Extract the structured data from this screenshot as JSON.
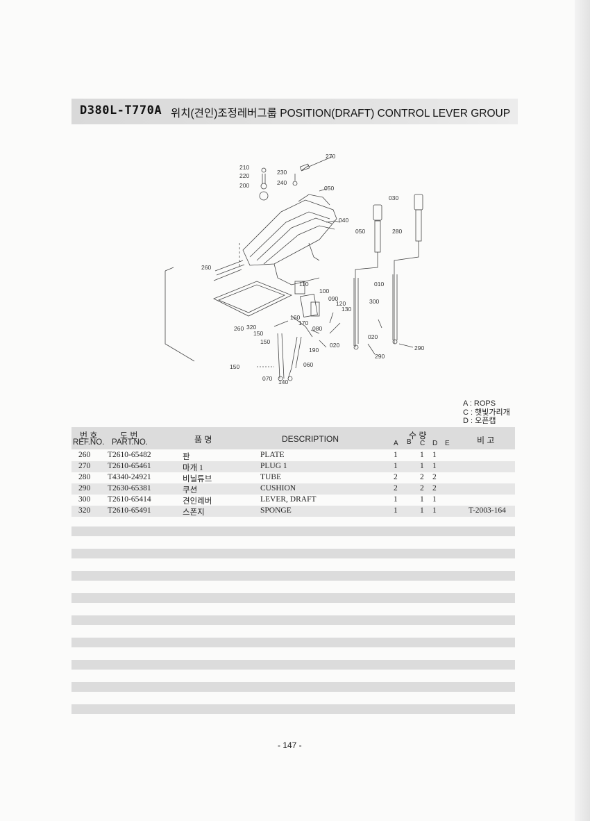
{
  "header": {
    "model": "D380L-T770A",
    "title": "위치(견인)조정레버그룹 POSITION(DRAFT) CONTROL LEVER GROUP"
  },
  "diagram": {
    "callouts": [
      "270",
      "210",
      "230",
      "220",
      "240",
      "200",
      "050",
      "030",
      "040",
      "050",
      "280",
      "260",
      "010",
      "110",
      "100",
      "090",
      "120",
      "130",
      "300",
      "160",
      "170",
      "260",
      "320",
      "080",
      "150",
      "020",
      "020",
      "290",
      "190",
      "150",
      "060",
      "150",
      "070",
      "140",
      "290"
    ]
  },
  "legend": {
    "items": [
      "A : ROPS",
      "C : 햇빛가리개",
      "D : 오픈캡"
    ]
  },
  "table": {
    "headers": {
      "ref_ko": "번 호",
      "ref_en": "REF.NO.",
      "part_ko": "도   번",
      "part_en": "PART.NO.",
      "name_ko": "품      명",
      "desc": "DESCRIPTION",
      "qty_ko": "수     량",
      "qty_a": "A",
      "qty_b": "B",
      "qty_c": "C",
      "qty_d": "D",
      "qty_e": "E",
      "remark_ko": "비   고"
    },
    "rows": [
      {
        "ref": "260",
        "part": "T2610-65482",
        "name": "판",
        "desc": "PLATE",
        "a": "1",
        "b": "",
        "c": "1",
        "d": "1",
        "e": "",
        "remark": ""
      },
      {
        "ref": "270",
        "part": "T2610-65461",
        "name": "마개 1",
        "desc": "PLUG 1",
        "a": "1",
        "b": "",
        "c": "1",
        "d": "1",
        "e": "",
        "remark": ""
      },
      {
        "ref": "280",
        "part": "T4340-24921",
        "name": "비닐튜브",
        "desc": "TUBE",
        "a": "2",
        "b": "",
        "c": "2",
        "d": "2",
        "e": "",
        "remark": ""
      },
      {
        "ref": "290",
        "part": "T2630-65381",
        "name": "쿠션",
        "desc": "CUSHION",
        "a": "2",
        "b": "",
        "c": "2",
        "d": "2",
        "e": "",
        "remark": ""
      },
      {
        "ref": "300",
        "part": "T2610-65414",
        "name": "견인레버",
        "desc": "LEVER, DRAFT",
        "a": "1",
        "b": "",
        "c": "1",
        "d": "1",
        "e": "",
        "remark": ""
      },
      {
        "ref": "320",
        "part": "T2610-65491",
        "name": "스폰지",
        "desc": "SPONGE",
        "a": "1",
        "b": "",
        "c": "1",
        "d": "1",
        "e": "",
        "remark": "T-2003-164"
      }
    ]
  },
  "footer": {
    "page": "- 147 -"
  }
}
